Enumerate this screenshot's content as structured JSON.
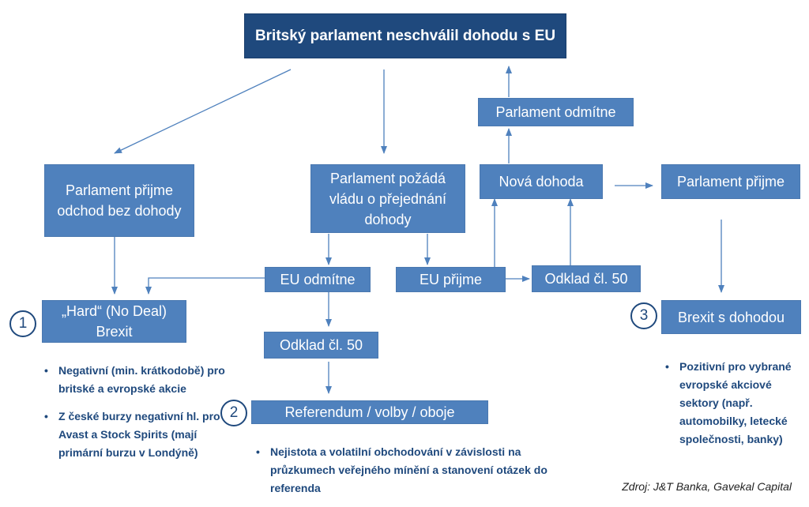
{
  "title": "Britský parlament neschválil dohodu s EU",
  "nodes": {
    "no_deal_accept": "Parlament přijme odchod bez dohody",
    "renegotiate": "Parlament požádá vládu o přejednání dohody",
    "parliament_rejects": "Parlament odmítne",
    "new_deal": "Nová dohoda",
    "parliament_accepts": "Parlament přijme",
    "eu_rejects": "EU odmítne",
    "eu_accepts": "EU přijme",
    "delay_right": "Odklad čl. 50",
    "hard_brexit": "„Hard“ (No Deal) Brexit",
    "brexit_deal": "Brexit s dohodou",
    "delay_center": "Odklad čl. 50",
    "referendum": "Referendum / volby / oboje"
  },
  "badges": {
    "one": "1",
    "two": "2",
    "three": "3"
  },
  "notes": {
    "left": [
      "Negativní (min. krátkodobě) pro britské a evropské akcie",
      "Z české burzy negativní hl. pro Avast a Stock Spirits (mají primární burzu v Londýně)"
    ],
    "center": [
      "Nejistota a volatilní obchodování v závislosti na průzkumech veřejného mínění a stanovení otázek do referenda"
    ],
    "right": [
      "Pozitivní pro vybrané evropské akciové sektory (např. automobilky, letecké společnosti, banky)"
    ]
  },
  "source": "Zdroj: J&T Banka, Gavekal Capital",
  "colors": {
    "dark_box": "#1f497d",
    "box": "#4f81bd",
    "arrow": "#4f81bd",
    "note_text": "#1f497d"
  }
}
